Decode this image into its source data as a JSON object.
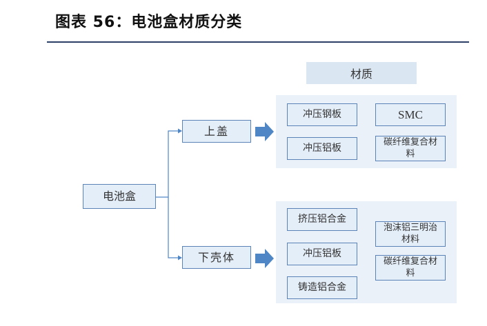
{
  "title": "图表 56：电池盒材质分类",
  "header": "材质",
  "root": "电池盒",
  "upper": {
    "label": "上盖",
    "materials": [
      "冲压钢板",
      "SMC",
      "冲压铝板",
      "碳纤维复合材料"
    ]
  },
  "lower": {
    "label": "下壳体",
    "materials": [
      "挤压铝合金",
      "泡沫铝三明治材料",
      "冲压铝板",
      "碳纤维复合材料",
      "铸造铝合金"
    ]
  },
  "colors": {
    "accent": "#4f86c6",
    "box_border": "#5b82b6",
    "box_fill": "#e4eef8",
    "panel_fill": "#eaf1f9",
    "rule": "#2b3f66"
  }
}
